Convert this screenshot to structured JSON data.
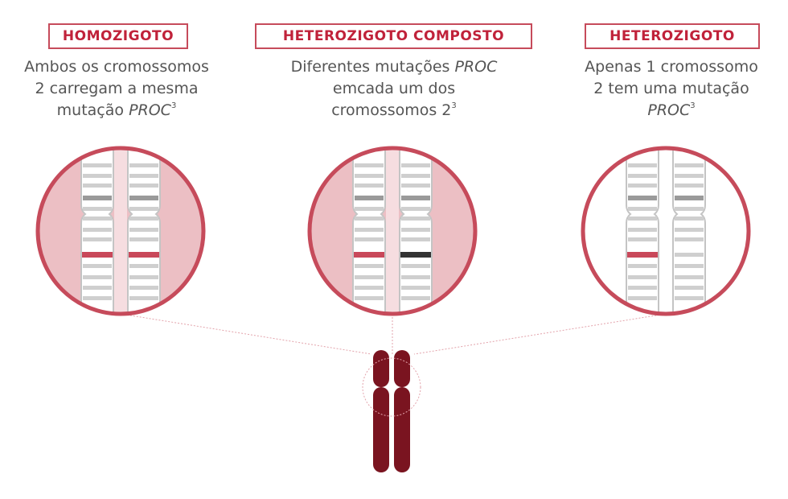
{
  "columns": [
    {
      "id": "homozigoto",
      "tag": "HOMOZIGOTO",
      "line1": "Ambos os cromossomos",
      "line2": "2 carregam a mesma",
      "line3_pre": "mutação ",
      "line3_italic": "PROC",
      "line3_sup": "3"
    },
    {
      "id": "heterozigoto-composto",
      "tag": "HETEROZIGOTO COMPOSTO",
      "line1_pre": "Diferentes mutações ",
      "line1_italic": "PROC",
      "line2": "emcada um dos",
      "line3_pre": "cromossomos 2",
      "line3_sup": "3"
    },
    {
      "id": "heterozigoto",
      "tag": "HETEROZIGOTO",
      "line1": "Apenas 1 cromossomo",
      "line2": "2 tem uma mutação",
      "line3_italic": "PROC",
      "line3_sup": "3"
    }
  ],
  "colors": {
    "accent": "#c64b5b",
    "tag_text": "#c0223a",
    "circle_fill": "#ecbfc4",
    "mutation_red": "#c9485a",
    "mutation_dark": "#333333",
    "chromosome_dark": "#7a1420",
    "band_gray": "#cfcfcf",
    "band_dark": "#9a9a9a"
  }
}
